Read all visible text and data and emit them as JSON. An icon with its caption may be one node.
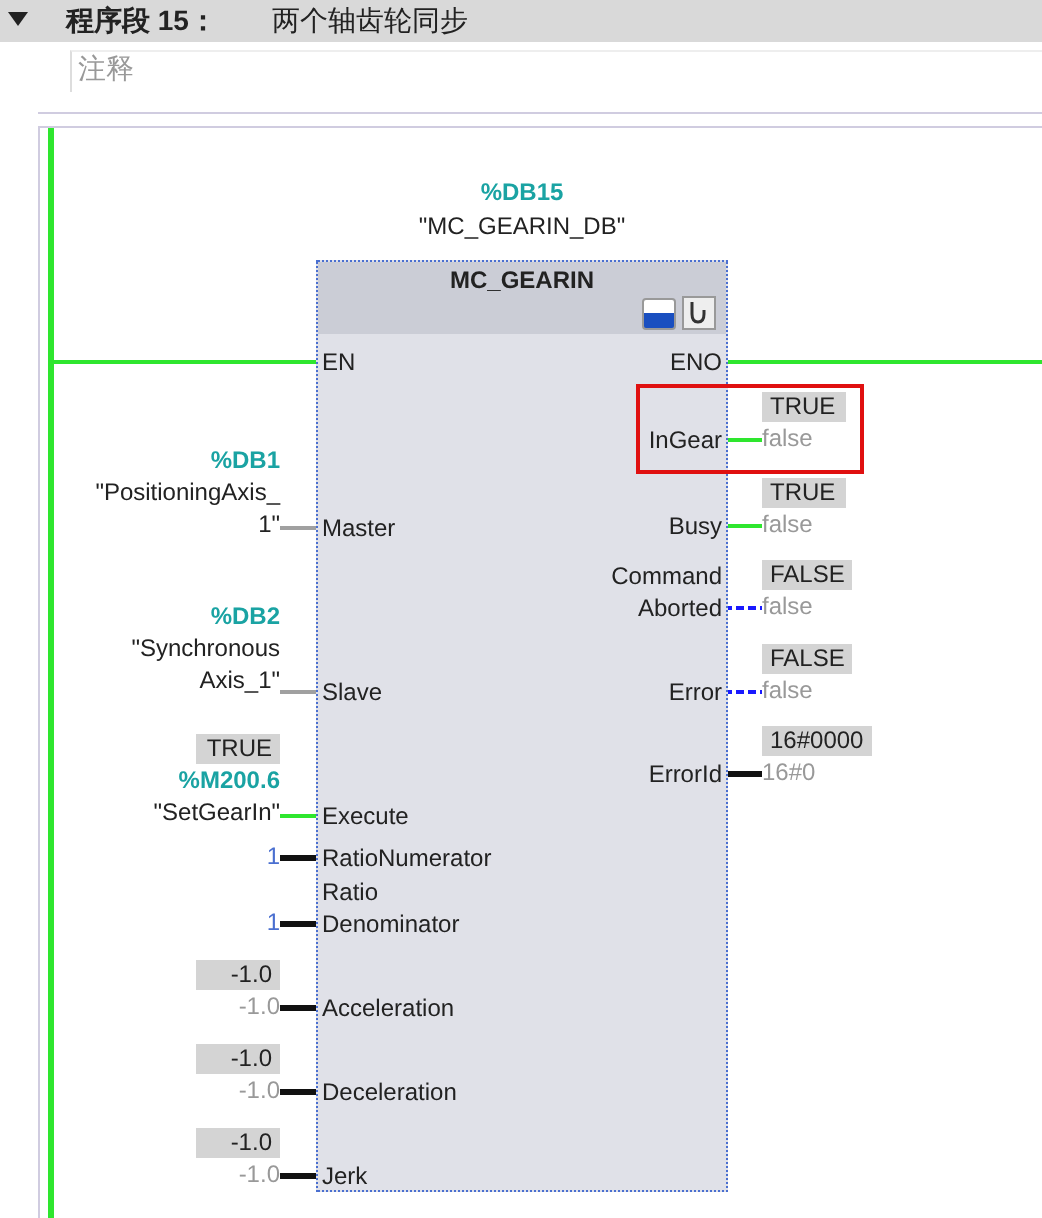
{
  "diagram": {
    "title": "两个轴齿轮同步",
    "nodes": [
      {
        "text": [],
        "shape": "bar"
      },
      {
        "text": [
          "%DB15",
          "\"MC_GEARIN_DB\"",
          "MC_GEARIN"
        ]
      },
      {
        "text": [
          "EN"
        ],
        "in": 1
      },
      {
        "text": [
          "ENO"
        ],
        "in": 1
      },
      {
        "text": [
          "InGear"
        ],
        "in": 1
      },
      {
        "text": [
          "Busy"
        ],
        "in": 1
      },
      {
        "text": [
          "Command Aborted"
        ],
        "in": 1
      },
      {
        "text": [
          "Error"
        ],
        "in": 1
      },
      {
        "text": [
          "ErrorId"
        ],
        "in": 1
      },
      {
        "text": [
          "Master"
        ],
        "in": 1
      },
      {
        "text": [
          "Slave"
        ],
        "in": 1
      },
      {
        "text": [
          "Execute"
        ],
        "in": 1
      },
      {
        "text": [
          "RatioNumerator"
        ],
        "in": 1
      },
      {
        "text": [
          "Ratio Denominator"
        ],
        "in": 1
      },
      {
        "text": [
          "Acceleration"
        ],
        "in": 1
      },
      {
        "text": [
          "Deceleration"
        ],
        "in": 1
      },
      {
        "text": [
          "Jerk"
        ],
        "in": 1
      },
      {
        "text": [
          "TRUE",
          "false"
        ]
      },
      {
        "text": [
          "TRUE",
          "false"
        ]
      },
      {
        "text": [
          "FALSE",
          "false"
        ]
      },
      {
        "text": [
          "FALSE",
          "false"
        ]
      },
      {
        "text": [
          "16#0000",
          "16#0"
        ]
      },
      {
        "text": [
          "%DB1",
          "\"PositioningAxis_ 1\""
        ]
      },
      {
        "text": [
          "%DB2",
          "\"Synchronous Axis_1\""
        ]
      },
      {
        "text": [
          "TRUE",
          "%M200.6",
          "\"SetGearIn\""
        ]
      },
      {
        "text": [
          "1"
        ]
      },
      {
        "text": [
          "1"
        ]
      },
      {
        "text": [
          "-1.0",
          "-1.0"
        ]
      },
      {
        "text": [
          "-1.0",
          "-1.0"
        ]
      },
      {
        "text": [
          "-1.0",
          "-1.0"
        ]
      }
    ],
    "edges": [
      {
        "from": 0,
        "to": 2,
        "arrow": "none",
        "color": "#2ee62e"
      },
      {
        "from": 3,
        "to": null,
        "arrow": "none",
        "color": "#2ee62e"
      },
      {
        "from": 22,
        "to": 9,
        "arrow": "none",
        "color": "#a0a0a0"
      },
      {
        "from": 23,
        "to": 10,
        "arrow": "none",
        "color": "#a0a0a0"
      },
      {
        "from": 24,
        "to": 11,
        "arrow": "none",
        "color": "#2ee62e"
      },
      {
        "from": 25,
        "to": 12,
        "arrow": "none"
      },
      {
        "from": 26,
        "to": 13,
        "arrow": "none"
      },
      {
        "from": 27,
        "to": 14,
        "arrow": "none"
      },
      {
        "from": 28,
        "to": 15,
        "arrow": "none"
      },
      {
        "from": 29,
        "to": 16,
        "arrow": "none"
      },
      {
        "from": 4,
        "to": 17,
        "arrow": "none",
        "color": "#2ee62e"
      },
      {
        "from": 5,
        "to": 18,
        "arrow": "none",
        "color": "#2ee62e"
      },
      {
        "from": 6,
        "to": 19,
        "arrow": "none",
        "style": "dashed",
        "color": "#1a1aff"
      },
      {
        "from": 7,
        "to": 20,
        "arrow": "none",
        "style": "dashed",
        "color": "#1a1aff"
      },
      {
        "from": 8,
        "to": 21,
        "arrow": "none"
      }
    ],
    "labels": [
      "程序段 15：",
      "注释"
    ]
  }
}
